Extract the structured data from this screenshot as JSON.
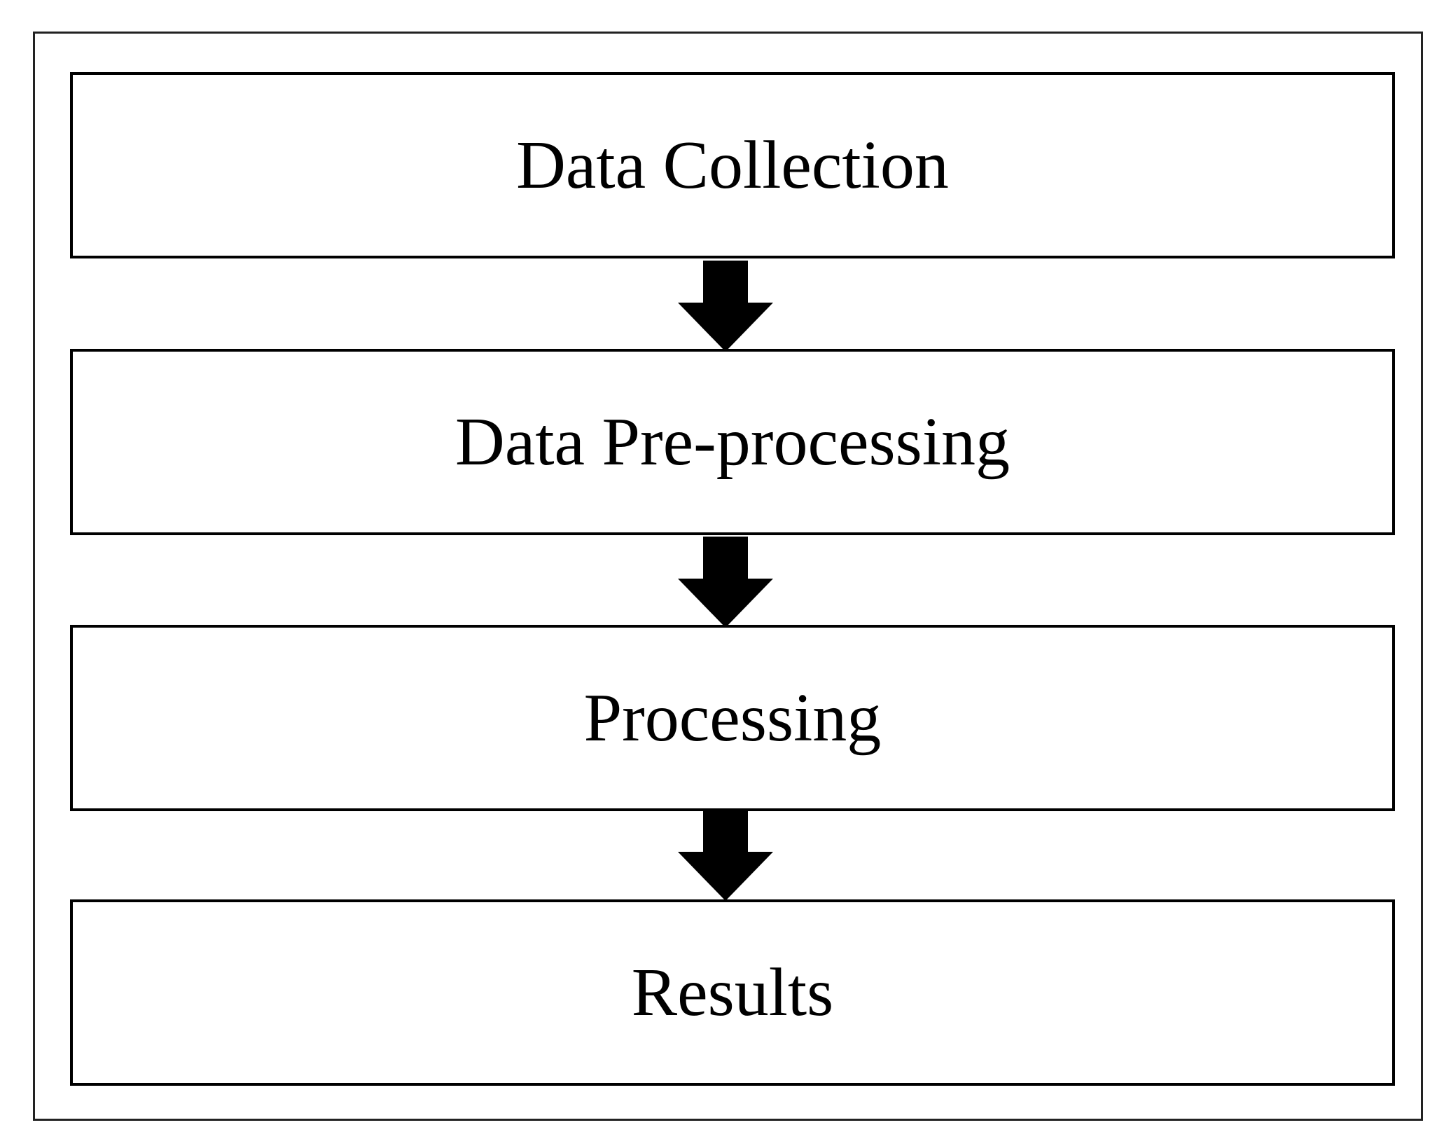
{
  "diagram": {
    "type": "flowchart",
    "direction": "top-to-bottom",
    "steps": [
      {
        "label": "Data Collection"
      },
      {
        "label": "Data Pre-processing"
      },
      {
        "label": "Processing"
      },
      {
        "label": "Results"
      }
    ],
    "connectors": [
      {
        "from": "Data Collection",
        "to": "Data Pre-processing",
        "style": "solid-block-arrow"
      },
      {
        "from": "Data Pre-processing",
        "to": "Processing",
        "style": "solid-block-arrow"
      },
      {
        "from": "Processing",
        "to": "Results",
        "style": "solid-block-arrow"
      }
    ],
    "colors": {
      "box_border": "#000000",
      "arrow_fill": "#000000",
      "frame_border": "#222222",
      "background": "#ffffff"
    }
  }
}
